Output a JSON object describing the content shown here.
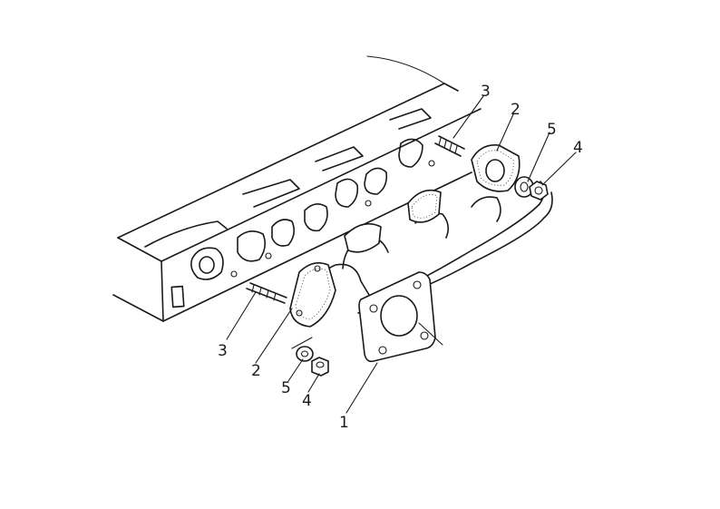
{
  "callouts": [
    {
      "id": "exhaust-manifold",
      "label": "1"
    },
    {
      "id": "gasket-upper",
      "label": "2"
    },
    {
      "id": "stud-upper",
      "label": "3"
    },
    {
      "id": "washer-upper",
      "label": "5"
    },
    {
      "id": "nut-upper",
      "label": "4"
    },
    {
      "id": "stud-lower",
      "label": "3"
    },
    {
      "id": "gasket-lower",
      "label": "2"
    },
    {
      "id": "washer-lower",
      "label": "5"
    },
    {
      "id": "nut-lower",
      "label": "4"
    }
  ],
  "colors": {
    "line": "#1a1a1a",
    "background": "#ffffff"
  }
}
